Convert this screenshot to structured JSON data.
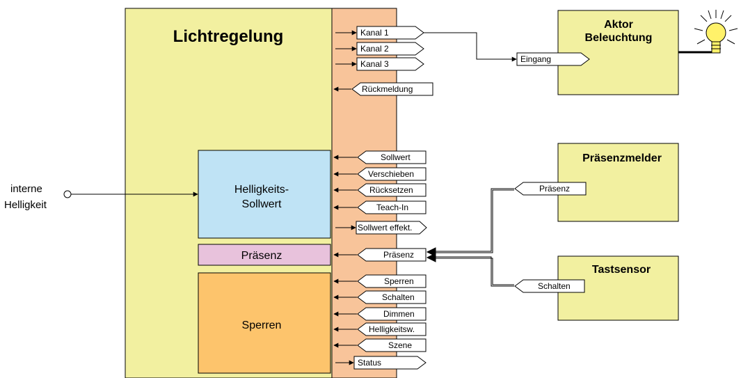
{
  "main_block": {
    "title": "Lichtregelung",
    "fill": "#f2f0a0",
    "port_strip_fill": "#f8c49a"
  },
  "external_input": {
    "label_line1": "interne",
    "label_line2": "Helligkeit"
  },
  "sub_blocks": {
    "helligkeit": {
      "line1": "Helligkeits-",
      "line2": "Sollwert",
      "fill": "#bfe3f5"
    },
    "praesenz": {
      "label": "Präsenz",
      "fill": "#e8c2dc"
    },
    "sperren": {
      "label": "Sperren",
      "fill": "#fdc46c"
    }
  },
  "ports": {
    "kanal1": "Kanal 1",
    "kanal2": "Kanal 2",
    "kanal3": "Kanal 3",
    "rueckmeldung": "Rückmeldung",
    "sollwert": "Sollwert",
    "verschieben": "Verschieben",
    "ruecksetzen": "Rücksetzen",
    "teachin": "Teach-In",
    "sollwert_effekt": "Sollwert effekt.",
    "praesenz": "Präsenz",
    "sperren": "Sperren",
    "schalten": "Schalten",
    "dimmen": "Dimmen",
    "helligkeitsw": "Helligkeitsw.",
    "szene": "Szene",
    "status": "Status"
  },
  "devices": {
    "aktor": {
      "line1": "Aktor",
      "line2": "Beleuchtung",
      "port": "Eingang"
    },
    "praesenzmelder": {
      "title": "Präsenzmelder",
      "port": "Präsenz"
    },
    "tastsensor": {
      "title": "Tastsensor",
      "port": "Schalten"
    }
  },
  "colors": {
    "device_fill": "#f2f0a0",
    "lamp_fill": "#fff26a"
  }
}
